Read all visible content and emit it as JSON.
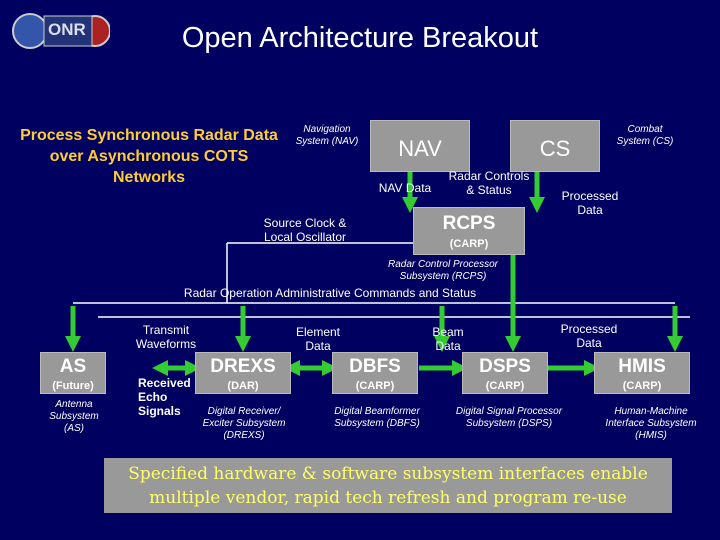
{
  "header": {
    "title": "Open Architecture Breakout",
    "logo_label": "ONR"
  },
  "subtitle": "Process Synchronous Radar Data over Asynchronous COTS Networks",
  "top": {
    "nav": {
      "name": "NAV",
      "desc": "Navigation System (NAV)"
    },
    "cs": {
      "name": "CS",
      "desc": "Combat System (CS)"
    },
    "nav_data": "NAV Data",
    "radar_controls": "Radar Controls & Status",
    "processed_data_top": "Processed Data",
    "source_clock": "Source Clock & Local Oscillator",
    "rcps": {
      "name": "RCPS",
      "sub": "(CARP)",
      "desc": "Radar Control Processor Subsystem (RCPS)"
    },
    "admin_commands": "Radar Operation Administrative Commands and Status"
  },
  "flows": {
    "transmit": "Transmit Waveforms",
    "element": "Element Data",
    "beam": "Beam Data",
    "processed": "Processed Data",
    "received": "Received Echo Signals"
  },
  "subsystems": [
    {
      "name": "AS",
      "sub": "(Future)",
      "desc": "Antenna Subsystem (AS)"
    },
    {
      "name": "DREXS",
      "sub": "(DAR)",
      "desc": "Digital Receiver/ Exciter Subsystem (DREXS)"
    },
    {
      "name": "DBFS",
      "sub": "(CARP)",
      "desc": "Digital Beamformer Subsystem (DBFS)"
    },
    {
      "name": "DSPS",
      "sub": "(CARP)",
      "desc": "Digital Signal Processor Subsystem (DSPS)"
    },
    {
      "name": "HMIS",
      "sub": "(CARP)",
      "desc": "Human-Machine Interface Subsystem (HMIS)"
    }
  ],
  "banner": "Specified hardware & software subsystem interfaces enable multiple vendor, rapid tech refresh and program re-use",
  "colors": {
    "background": "#000060",
    "box": "#999999",
    "arrow": "#33cc33",
    "subtitle": "#ffcc33",
    "banner_text": "#ffff66"
  }
}
